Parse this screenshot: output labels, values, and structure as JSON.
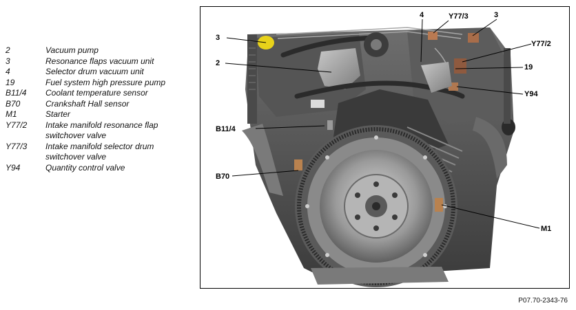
{
  "legend": {
    "items": [
      {
        "code": "2",
        "description": "Vacuum pump"
      },
      {
        "code": "3",
        "description": "Resonance flaps vacuum unit"
      },
      {
        "code": "4",
        "description": "Selector drum vacuum unit"
      },
      {
        "code": "19",
        "description": "Fuel system high pressure pump"
      },
      {
        "code": "B11/4",
        "description": "Coolant temperature sensor"
      },
      {
        "code": "B70",
        "description": "Crankshaft Hall sensor"
      },
      {
        "code": "M1",
        "description": "Starter"
      },
      {
        "code": "Y77/2",
        "description": "Intake manifold resonance flap switchover valve"
      },
      {
        "code": "Y77/3",
        "description": "Intake manifold selector drum switchover valve"
      },
      {
        "code": "Y94",
        "description": "Quantity control valve"
      }
    ]
  },
  "callouts": {
    "c3_left": "3",
    "c4": "4",
    "c_y77_3": "Y77/3",
    "c3_right": "3",
    "c_y77_2": "Y77/2",
    "c2": "2",
    "c19": "19",
    "c_y94": "Y94",
    "c_b11_4": "B11/4",
    "c_b70": "B70",
    "c_m1": "M1"
  },
  "figure_reference": "P07.70-2343-76"
}
